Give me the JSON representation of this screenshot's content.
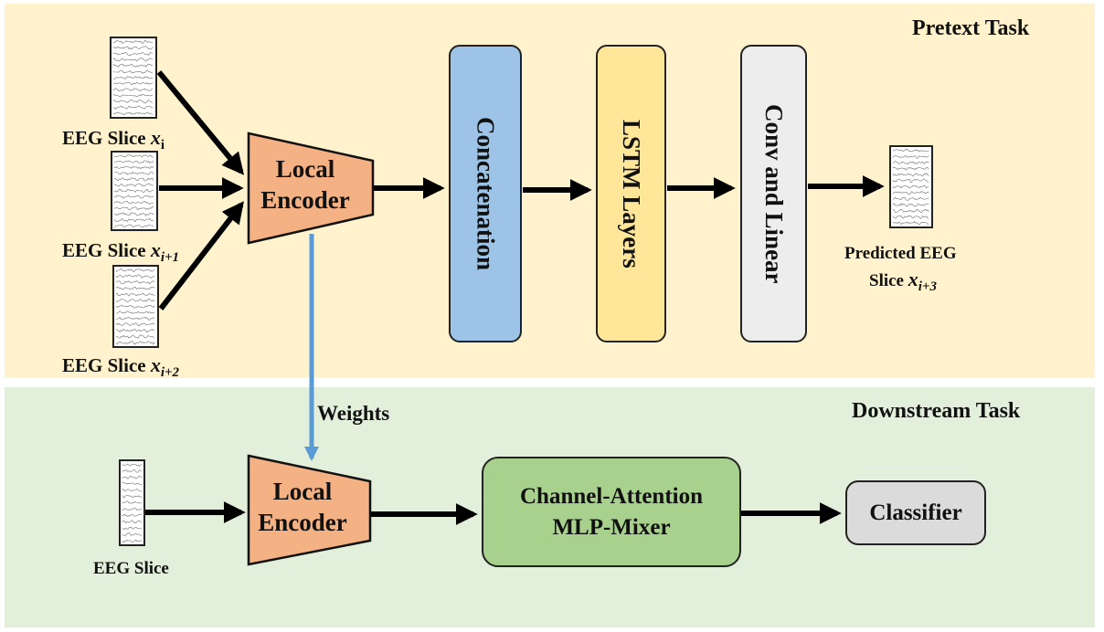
{
  "colors": {
    "pretext_bg": "#FFF2CC",
    "downstream_bg": "#E2EFDA",
    "encoder_fill": "#F4B183",
    "concatenation_fill": "#9DC3E6",
    "lstm_fill": "#FFE699",
    "conv_fill": "#EDEDED",
    "mixer_fill": "#A9D18E",
    "classifier_fill": "#DBDBDB",
    "weights_arrow": "#5B9BD5",
    "arrow": "#000000"
  },
  "pretext": {
    "title": "Pretext Task",
    "inputs": [
      {
        "label": "EEG Slice",
        "var": "x",
        "sub": "i"
      },
      {
        "label": "EEG Slice",
        "var": "x",
        "sub": "i+1"
      },
      {
        "label": "EEG Slice",
        "var": "x",
        "sub": "i+2"
      }
    ],
    "encoder": {
      "line1": "Local",
      "line2": "Encoder"
    },
    "blocks": [
      "Concatenation",
      "LSTM Layers",
      "Conv and Linear"
    ],
    "output": {
      "line1": "Predicted EEG",
      "line2": "Slice",
      "var": "x",
      "sub": "i+3"
    }
  },
  "weights_label": "Weights",
  "downstream": {
    "title": "Downstream Task",
    "input_label": "EEG Slice",
    "encoder": {
      "line1": "Local",
      "line2": "Encoder"
    },
    "mixer": {
      "line1": "Channel-Attention",
      "line2": "MLP-Mixer"
    },
    "classifier": "Classifier"
  }
}
